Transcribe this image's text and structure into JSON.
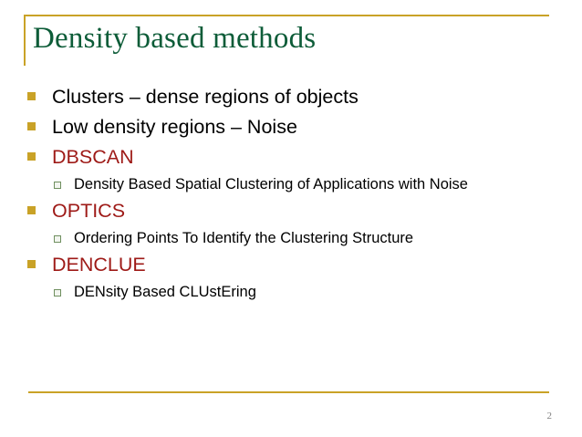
{
  "slide": {
    "title": "Density based methods",
    "page_number": "2",
    "colors": {
      "title": "#0d5c38",
      "rule": "#c9a227",
      "level1_marker": "#c9a227",
      "level2_marker": "#6f8f5f",
      "accent_text": "#9e1a17",
      "body_text": "#000000",
      "page_number": "#808080",
      "background": "#ffffff"
    },
    "content": [
      {
        "level": 1,
        "marker": "filled-square-bullet-icon",
        "text": "Clusters – dense regions of objects",
        "accent": false
      },
      {
        "level": 1,
        "marker": "filled-square-bullet-icon",
        "text": "Low density regions – Noise",
        "accent": false
      },
      {
        "level": 1,
        "marker": "filled-square-bullet-icon",
        "text": "DBSCAN",
        "accent": true
      },
      {
        "level": 2,
        "marker": "hollow-square-bullet-icon",
        "text": "Density Based Spatial Clustering of Applications with Noise",
        "accent": false
      },
      {
        "level": 1,
        "marker": "filled-square-bullet-icon",
        "text": "OPTICS",
        "accent": true
      },
      {
        "level": 2,
        "marker": "hollow-square-bullet-icon",
        "text": "Ordering Points To Identify the Clustering Structure",
        "accent": false
      },
      {
        "level": 1,
        "marker": "filled-square-bullet-icon",
        "text": "DENCLUE",
        "accent": true
      },
      {
        "level": 2,
        "marker": "hollow-square-bullet-icon",
        "text": "DENsity Based CLUstEring",
        "accent": false
      }
    ]
  }
}
